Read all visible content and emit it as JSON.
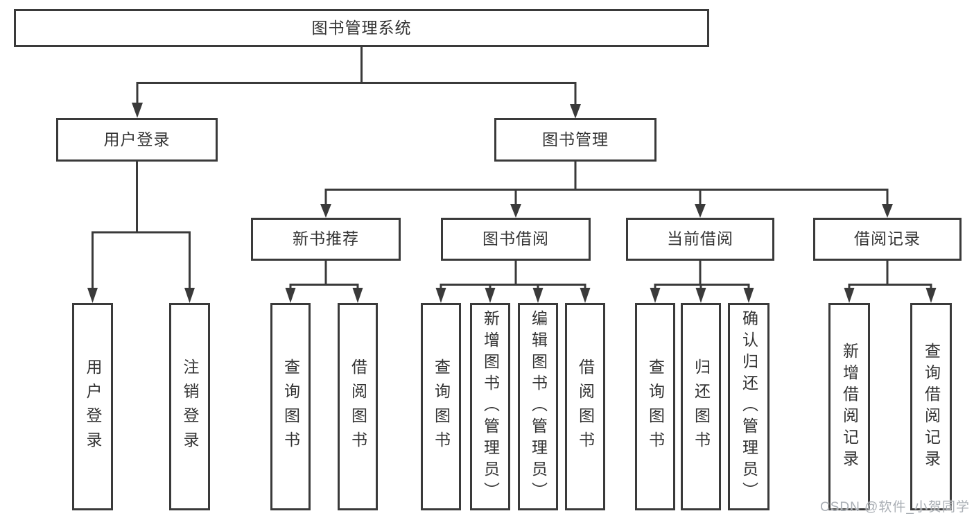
{
  "diagram": {
    "root": {
      "label": "图书管理系统"
    },
    "branches": [
      {
        "label": "用户登录",
        "children": [
          {
            "label": "用户登录"
          },
          {
            "label": "注销登录"
          }
        ]
      },
      {
        "label": "图书管理",
        "children": [
          {
            "label": "新书推荐",
            "children": [
              {
                "label": "查询图书"
              },
              {
                "label": "借阅图书"
              }
            ]
          },
          {
            "label": "图书借阅",
            "children": [
              {
                "label": "查询图书"
              },
              {
                "label": "新增图书（管理员）"
              },
              {
                "label": "编辑图书（管理员）"
              },
              {
                "label": "借阅图书"
              }
            ]
          },
          {
            "label": "当前借阅",
            "children": [
              {
                "label": "查询图书"
              },
              {
                "label": "归还图书"
              },
              {
                "label": "确认归还（管理员）"
              }
            ]
          },
          {
            "label": "借阅记录",
            "children": [
              {
                "label": "新增借阅记录"
              },
              {
                "label": "查询借阅记录"
              }
            ]
          }
        ]
      }
    ]
  },
  "watermark": "CSDN @软件_小贺同学",
  "colors": {
    "line": "#3a3a3a",
    "text": "#333333",
    "background": "#ffffff",
    "watermark": "#aaafb5"
  }
}
